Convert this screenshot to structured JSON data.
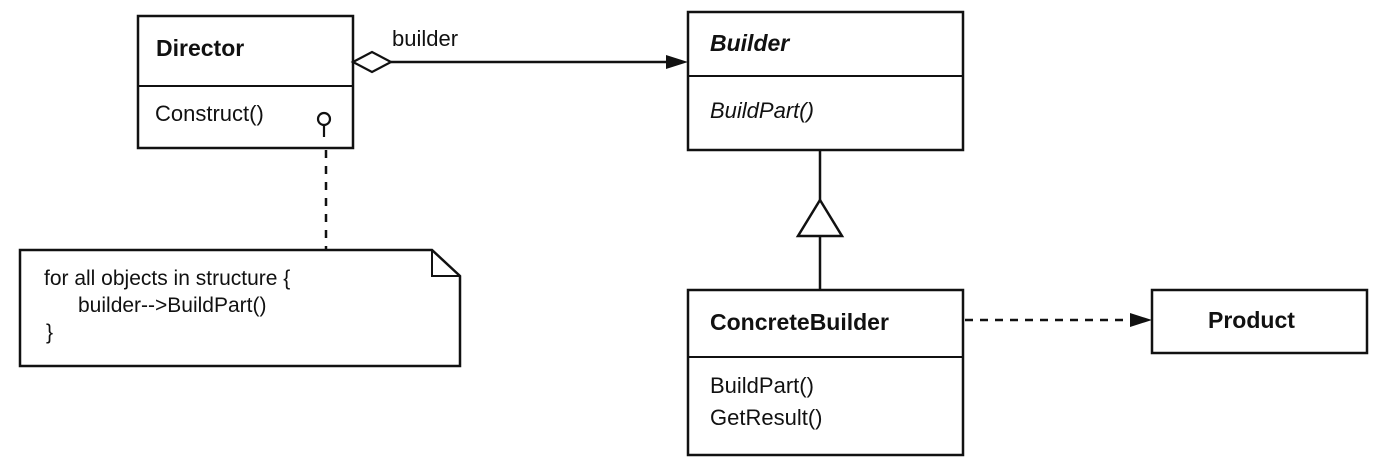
{
  "colors": {
    "ink": "#111111",
    "paper": "#ffffff"
  },
  "director": {
    "name": "Director",
    "operation": "Construct()"
  },
  "association": {
    "role": "builder"
  },
  "builder": {
    "name": "Builder",
    "operation": "BuildPart()",
    "abstract": true
  },
  "concrete_builder": {
    "name": "ConcreteBuilder",
    "operations": [
      "BuildPart()",
      "GetResult()"
    ]
  },
  "product": {
    "name": "Product"
  },
  "note": {
    "lines": [
      "for all objects in structure {",
      "builder-->BuildPart()",
      "}"
    ]
  }
}
